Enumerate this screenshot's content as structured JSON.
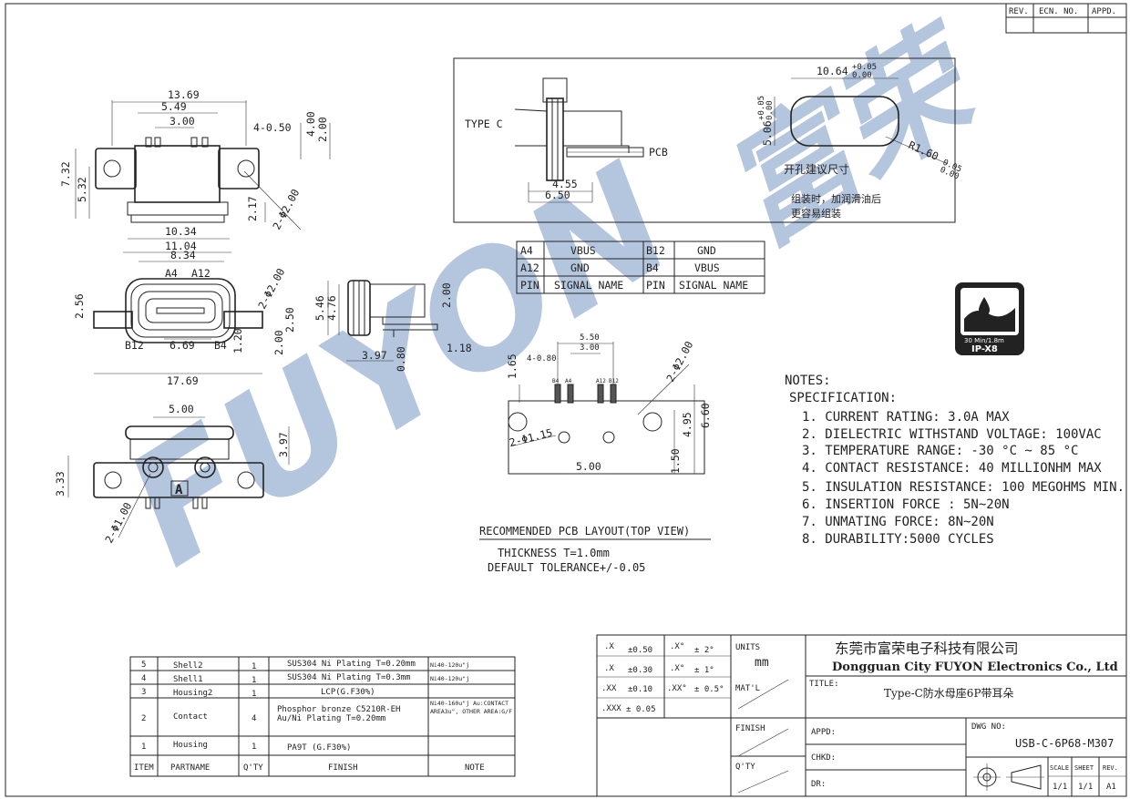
{
  "revision_block": {
    "rev": "REV.",
    "ecn": "ECN. NO.",
    "appd": "APPD."
  },
  "watermark": {
    "latin": "FUYON",
    "cjk": "富荣"
  },
  "dimensions": {
    "d1369": "13.69",
    "d549": "5.49",
    "d300": "3.00",
    "d4x050": "4-0.50",
    "d400": "4.00",
    "d200": "2.00",
    "d732": "7.32",
    "d532": "5.32",
    "d217": "2.17",
    "d2phi200": "2-Φ2.00",
    "d1034": "10.34",
    "d1104": "11.04",
    "d834": "8.34",
    "a4": "A4",
    "a12": "A12",
    "b12": "B12",
    "b4": "B4",
    "d256": "2.56",
    "d669": "6.69",
    "d120": "1.20",
    "d250": "2.50",
    "d1769": "17.69",
    "d2phi200b": "2-Φ2.00",
    "d546": "5.46",
    "d476": "4.76",
    "d200s": "2.00",
    "d200t": "2.00",
    "d397": "3.97",
    "d080": "0.80",
    "d118": "1.18",
    "d500": "5.00",
    "d397b": "3.97",
    "d333": "3.33",
    "d2phi100": "2-Φ1.00",
    "lblA": "A"
  },
  "section_view": {
    "type_c": "TYPE C",
    "pcb": "PCB",
    "d455": "4.55",
    "d650": "6.50",
    "d1064": "10.64",
    "tol1064": "+0.05",
    "tol1064b": "0.00",
    "d506": "5.06",
    "tol506": "+0.05",
    "tol506b": "0.00",
    "r160": "R1.60",
    "tolr160": "0.05",
    "tolr160b": "0.00",
    "cutout_label": "开孔建议尺寸",
    "assembly_note_1": "组装时，加润滑油后",
    "assembly_note_2": "更容易组装"
  },
  "pin_table": {
    "rows": [
      [
        "A4",
        "VBUS",
        "B12",
        "GND"
      ],
      [
        "A12",
        "GND",
        "B4",
        "VBUS"
      ],
      [
        "PIN",
        "SIGNAL NAME",
        "PIN",
        "SIGNAL NAME"
      ]
    ]
  },
  "pcb_layout": {
    "d550": "5.50",
    "d300": "3.00",
    "d4x080": "4-0.80",
    "d165": "1.65",
    "d2phi200": "2-Φ2.00",
    "d660": "6.60",
    "d495": "4.95",
    "d2phi115": "2-Φ1.15",
    "d500": "5.00",
    "d150": "1.50",
    "pads": [
      "B4",
      "A4",
      "A12",
      "B12"
    ],
    "title": "RECOMMENDED PCB LAYOUT(TOP VIEW)",
    "thickness": "THICKNESS T=1.0mm",
    "tolerance": "DEFAULT TOLERANCE+/-0.05"
  },
  "ip_badge": {
    "depth": "30 Min/1.8m",
    "rating": "IP-X8"
  },
  "notes": {
    "title": "NOTES:",
    "spec": "SPECIFICATION:",
    "items": [
      "1. CURRENT RATING: 3.0A MAX",
      "2. DIELECTRIC WITHSTAND VOLTAGE: 100VAC",
      "3. TEMPERATURE RANGE: -30 °C ~ 85 °C",
      "4. CONTACT RESISTANCE: 40 MILLIONHM MAX",
      "5. INSULATION RESISTANCE: 100 MEGOHMS MIN.",
      "6. INSERTION FORCE : 5N~20N",
      "7. UNMATING FORCE: 8N~20N",
      "8. DURABILITY:5000 CYCLES"
    ]
  },
  "bom": {
    "rows": [
      [
        "5",
        "Shell2",
        "1",
        "SUS304 Ni Plating T=0.20mm",
        "Ni40-120u\"j"
      ],
      [
        "4",
        "Shell1",
        "1",
        "SUS304 Ni Plating T=0.3mm",
        "Ni40-120u\"j"
      ],
      [
        "3",
        "Housing2",
        "1",
        "LCP(G.F30%)",
        ""
      ],
      [
        "2",
        "Contact",
        "4",
        "Phosphor bronze C5210R-EH Au/Ni Plating T=0.20mm",
        "Ni40-160u\"j Au:CONTACT AREA3u\", OTHER AREA:G/F"
      ],
      [
        "1",
        "Housing",
        "1",
        "PA9T (G.F30%)",
        ""
      ]
    ],
    "header": [
      "ITEM",
      "PARTNAME",
      "Q'TY",
      "FINISH",
      "NOTE"
    ]
  },
  "title_block": {
    "tol": [
      [
        ".X",
        "±0.50",
        ".X°",
        "± 2°"
      ],
      [
        ".X",
        "±0.30",
        ".X°",
        "± 1°"
      ],
      [
        ".XX",
        "±0.10",
        ".XX°",
        "± 0.5°"
      ],
      [
        ".XXX",
        "± 0.05",
        "",
        ""
      ]
    ],
    "units_label": "UNITS",
    "units": "mm",
    "company_cn": "东莞市富荣电子科技有限公司",
    "company_en": "Dongguan City FUYON Electronics Co., Ltd",
    "title_label": "TITLE:",
    "title": "Type-C防水母座6P带耳朵",
    "matl": "MAT'L",
    "finish": "FINISH",
    "qty": "Q'TY",
    "appd": "APPD:",
    "chkd": "CHKD:",
    "dr": "DR:",
    "dwg_label": "DWG NO:",
    "dwg_no": "USB-C-6P68-M307",
    "scale_label": "SCALE",
    "sheet_label": "SHEET",
    "rev_label": "REV.",
    "scale": "1/1",
    "sheet": "1/1",
    "rev": "A1"
  }
}
